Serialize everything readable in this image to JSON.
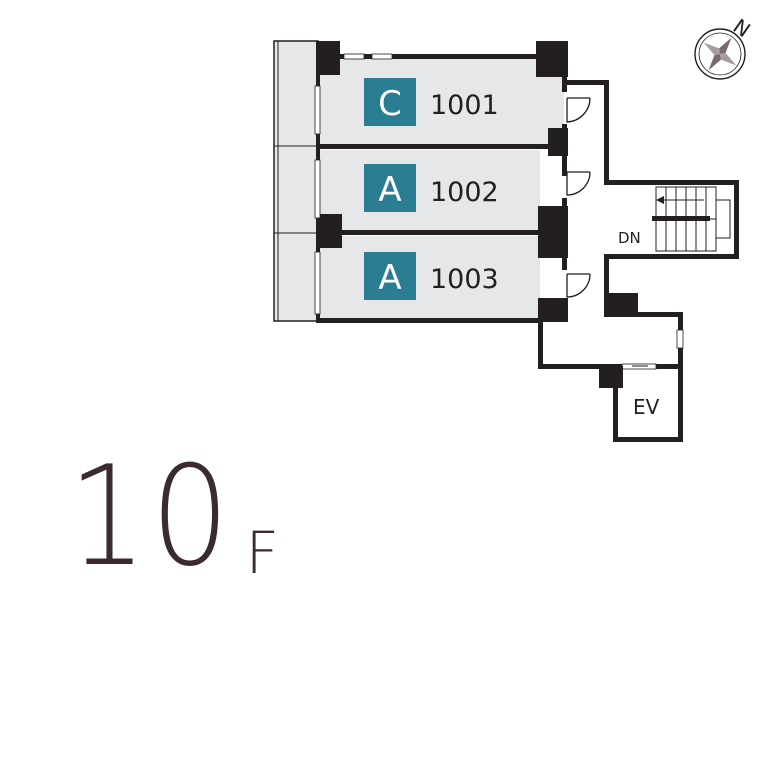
{
  "floor": {
    "number": "10",
    "suffix": "F"
  },
  "compass": {
    "label": "N"
  },
  "units": [
    {
      "letter": "C",
      "number": "1001"
    },
    {
      "letter": "A",
      "number": "1002"
    },
    {
      "letter": "A",
      "number": "1003"
    }
  ],
  "stairs": {
    "label": "DN"
  },
  "elevator": {
    "label": "EV"
  },
  "colors": {
    "wall": "#231f20",
    "room_fill": "#e6e7e8",
    "unit_badge": "#2b7d91",
    "floor_text": "#3b2a2e"
  }
}
